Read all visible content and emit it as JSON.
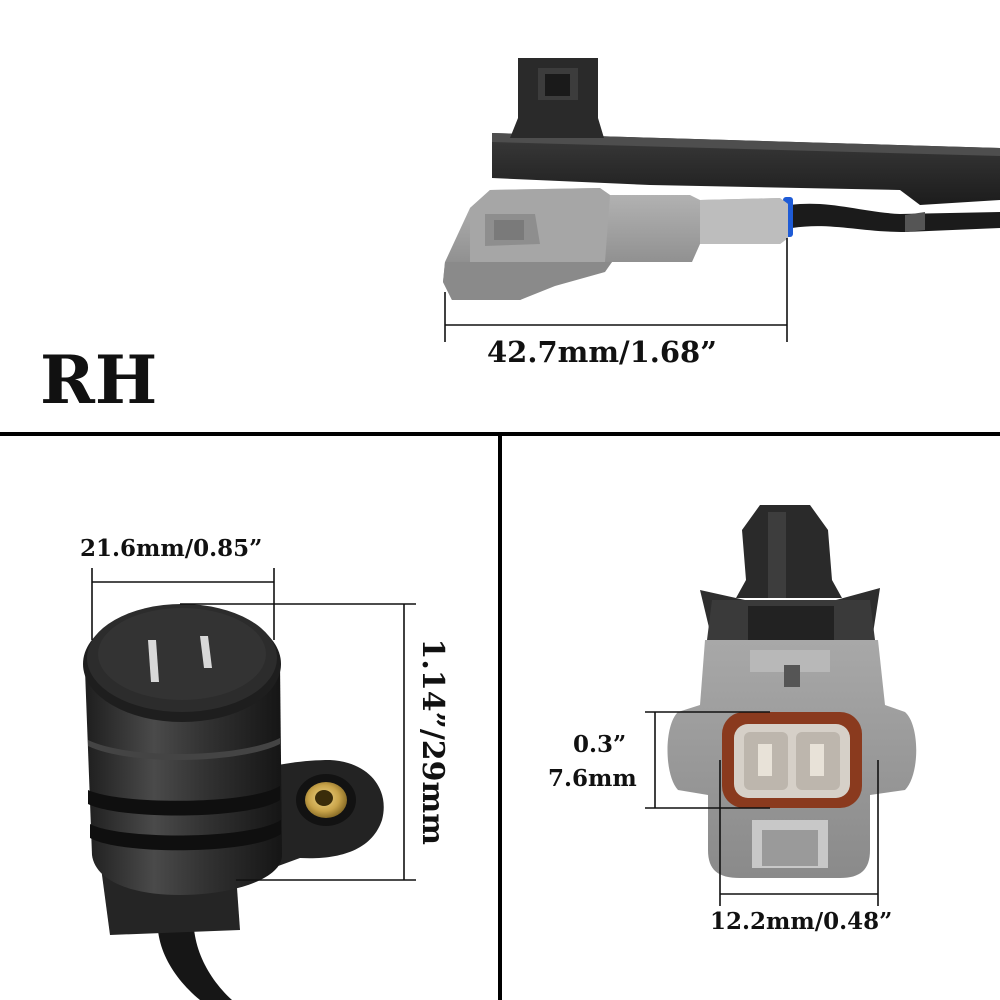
{
  "side_label": "RH",
  "dimensions": {
    "top_connector_length": "42.7mm/1.68”",
    "sensor_diameter": "21.6mm/0.85”",
    "sensor_height": "1.14”/29mm",
    "pin_gap_inch": "0.3”",
    "pin_gap_mm": "7.6mm",
    "connector_width": "12.2mm/0.48”"
  },
  "colors": {
    "divider": "#000000",
    "connector_housing": "#8f8f8f",
    "sensor_body": "#2b2b2b",
    "brass_bushing": "#c9a44a",
    "terminal_seal": "#8a3a1e",
    "wire_clip_blue": "#1e5bd6"
  }
}
